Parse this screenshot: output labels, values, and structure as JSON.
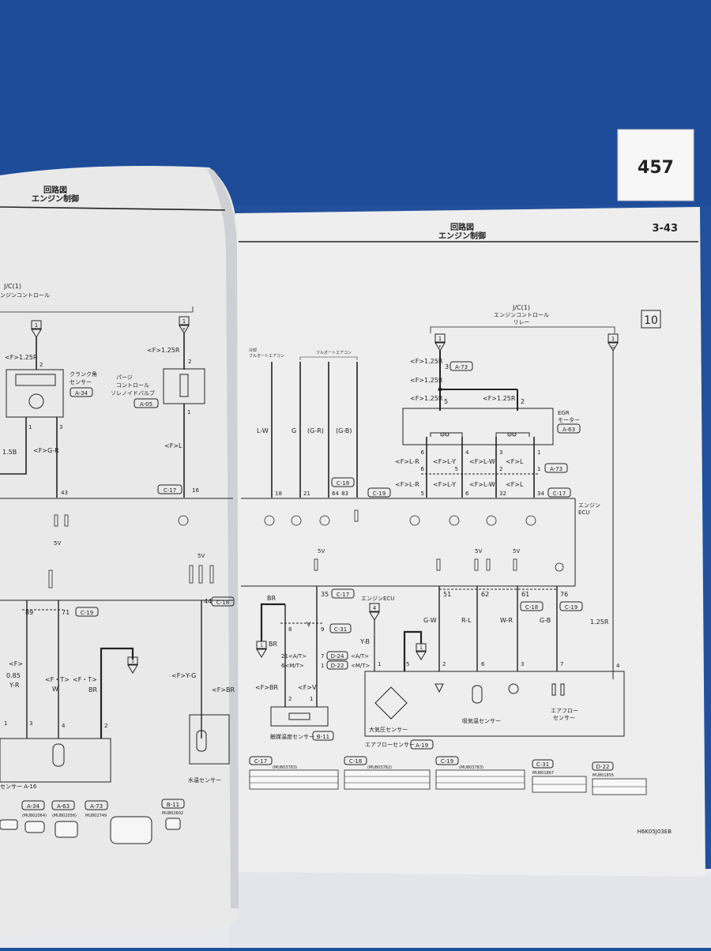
{
  "sticker": {
    "number": "457"
  },
  "left_page": {
    "header_title": "回路図",
    "header_subtitle": "エンジン制御",
    "jc_label": "J/C(1)",
    "jc_sub": "ンジンコントロール",
    "conn_1": "1",
    "conn_f": "F",
    "wire_1_25r_a": "<F>1.25R",
    "wire_1_25r_b": "<F>1.25R",
    "pin_2a": "2",
    "pin_2b": "2",
    "crank_sensor": "クランク角",
    "crank_sensor_2": "センサー",
    "conn_a34": "A-34",
    "purge_1": "パージ",
    "purge_2": "コントロール",
    "purge_3": "ソレノイドバルブ",
    "conn_a05": "A-05",
    "pin_1": "1",
    "pin_3": "3",
    "wire_1_5b": "1.5B",
    "wire_gr": "<F>G-R",
    "wire_l": "<F>L",
    "conn_c17": "C-17",
    "pin_43": "43",
    "pin_16": "16",
    "label_5v": "5V",
    "pin_89": "89",
    "pin_71": "71",
    "conn_c19": "C-19",
    "pin_44": "44",
    "conn_c18": "C-18",
    "wire_f_085": "<F>",
    "wire_085": "0.85",
    "wire_yr": "Y-R",
    "wire_ft_w": "<F・T>",
    "wire_w": "W",
    "wire_ft_br": "<F・T>",
    "wire_br": "BR",
    "wire_yg": "<F>Y-G",
    "wire_fbr": "<F>BR",
    "pin_4": "4",
    "water_sensor": "水温センサー",
    "conn_a16": "センサー A-16",
    "conn_a34b": "A-34",
    "conn_a63b": "A-63",
    "conn_a73b": "A-73",
    "conn_b11b": "B-11",
    "mu_a34": "(MU802064)",
    "mu_a63": "(MU802056)",
    "mu_a73": "MU802749",
    "mu_b11": "MU802602"
  },
  "right_page": {
    "header_title": "回路図",
    "header_subtitle": "エンジン制御",
    "page_number": "3-43",
    "section_number": "10",
    "jc_label": "J/C(1)",
    "jc_sub_1": "エンジンコントロール",
    "jc_sub_2": "リレー",
    "conn_1": "1",
    "conn_f": "F",
    "conn_g": "G",
    "reisou": "冷却",
    "full_auto_1": "フルオートエアコン",
    "full_auto_2": "フルオートエアコン",
    "w1": "<F>1.25R",
    "w2": "<F>1.25R",
    "w3": "<F>1.25R",
    "w4": "<F>1.25R",
    "pin_3": "3",
    "conn_a73": "A-73",
    "pin_5": "5",
    "pin_2": "2",
    "egr_1": "EGR",
    "egr_2": "モーター",
    "conn_a63": "A-63",
    "wire_lw": "L-W",
    "wire_g": "G",
    "wire_gr": "(G-R)",
    "wire_gb": "(G-B)",
    "wl_lr": "<F>L-R",
    "wl_ly": "<F>L-Y",
    "wl_lw": "<F>L-W",
    "wl_l": "<F>L",
    "pin_6a": "6",
    "pin_4a": "4",
    "pin_3a": "3",
    "pin_1a": "1",
    "pin_6b": "6",
    "pin_5b": "5",
    "pin_2b": "2",
    "pin_1b": "1",
    "conn_a73c": "A-73",
    "pin_5c": "5",
    "pin_6c": "6",
    "pin_32": "32",
    "pin_34": "34",
    "conn_c17": "C-17",
    "pin_18": "18",
    "pin_21": "21",
    "pin_64": "64",
    "pin_83": "83",
    "conn_c18": "C-18",
    "conn_c19": "C-19",
    "ecu_1": "エンジン",
    "ecu_2": "ECU",
    "v5_a": "5V",
    "v5_b": "5V",
    "v5_c": "5V",
    "pin_35": "35",
    "conn_c17b": "C-17",
    "wire_br": "BR",
    "wire_v": "V",
    "pin_8": "8",
    "pin_9": "9",
    "conn_c31": "C-31",
    "pin_21at": "21<A/T>",
    "pin_6mt": "6<M/T>",
    "pin_7": "7",
    "pin_1c": "1",
    "conn_d24": "D-24",
    "conn_d22": "D-22",
    "at_label": "<A/T>",
    "mt_label": "<M/T>",
    "wire_br2": "BR",
    "wire_fbr": "<F>BR",
    "wire_fv": "<F>V",
    "pin_2c": "2",
    "pin_1d": "1",
    "cat_sensor": "触媒温度センサー",
    "conn_b11": "B-11",
    "ecu_label": "エンジンECU",
    "conn_4": "4",
    "wire_yb": "Y-B",
    "pin_1e": "1",
    "pin_5e": "5",
    "pin_2e": "2",
    "pin_51": "51",
    "pin_62": "62",
    "pin_61": "61",
    "pin_76": "76",
    "conn_c18b": "C-18",
    "conn_c19b": "C-19",
    "wire_gw": "G-W",
    "wire_rl": "R-L",
    "wire_wr": "W-R",
    "wire_gb2": "G-B",
    "wire_125r": "1.25R",
    "pin_6e": "6",
    "pin_3e": "3",
    "pin_7e": "7",
    "pin_4e": "4",
    "baro_sensor": "大気圧センサー",
    "intake_sensor": "吸気温センサー",
    "airflow_1": "エアフロー",
    "airflow_2": "センサー",
    "airflow_sensor": "エアフローセンサー",
    "conn_a19": "A-19",
    "bottom": {
      "c17": "C-17",
      "c18": "C-18",
      "c19": "C-19",
      "c31": "C-31",
      "d22": "D-22",
      "mu_c17": "(MU803783)",
      "mu_c18": "(MU803782)",
      "mu_c19": "(MU803783)",
      "mu_c31": "MU801867",
      "mu_d22": "MU801855"
    },
    "doc_code": "H6K05J03EB"
  }
}
